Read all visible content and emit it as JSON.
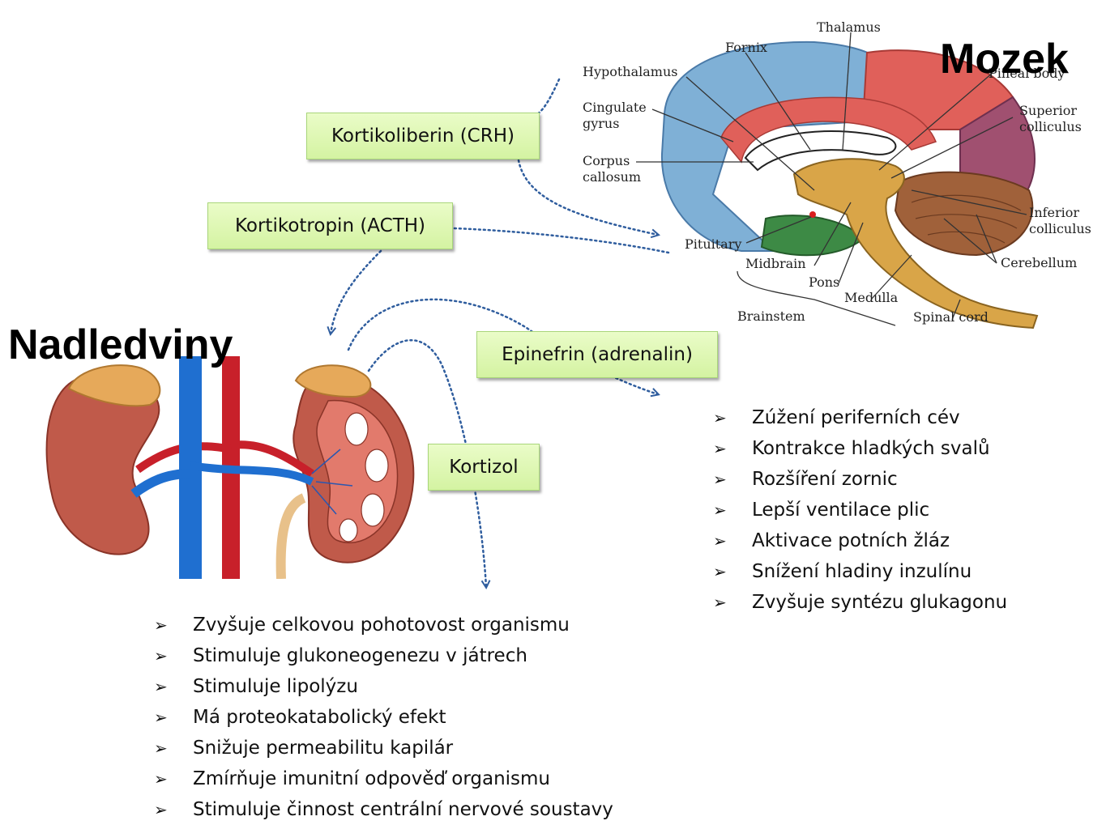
{
  "titles": {
    "brain": "Mozek",
    "adrenal": "Nadledviny"
  },
  "hormones": {
    "crh": "Kortikoliberin (CRH)",
    "acth": "Kortikotropin (ACTH)",
    "epinephrine": "Epinefrin (adrenalin)",
    "cortisol": "Kortizol"
  },
  "brain_labels": {
    "thalamus": "Thalamus",
    "fornix": "Fornix",
    "hypothalamus": "Hypothalamus",
    "cingulate_1": "Cingulate",
    "cingulate_2": "gyrus",
    "corpus_1": "Corpus",
    "corpus_2": "callosum",
    "pituitary": "Pituitary",
    "midbrain": "Midbrain",
    "pons": "Pons",
    "medulla": "Medulla",
    "brainstem": "Brainstem",
    "spinal_cord": "Spinal cord",
    "cerebellum": "Cerebellum",
    "inferior_1": "Inferior",
    "inferior_2": "colliculus",
    "superior_1": "Superior",
    "superior_2": "colliculus",
    "pineal": "Pineal body"
  },
  "epinephrine_effects": [
    "Zúžení periferních cév",
    "Kontrakce hladkých svalů",
    "Rozšíření zornic",
    "Lepší ventilace plic",
    "Aktivace potních žláz",
    "Snížení hladiny inzulínu",
    "Zvyšuje syntézu glukagonu"
  ],
  "cortisol_effects": [
    "Zvyšuje celkovou pohotovost organismu",
    "Stimuluje glukoneogenezu v játrech",
    "Stimuluje lipolýzu",
    "Má proteokatabolický efekt",
    "Snižuje permeabilitu kapilár",
    "Zmírňuje imunitní odpověď organismu",
    "Stimuluje činnost centrální nervové soustavy"
  ],
  "colors": {
    "hormone_box": "#d9f5aa",
    "arrow": "#2f5d9e",
    "cortex_blue": "#7fb0d6",
    "cortex_red": "#e0605a",
    "cortex_purple": "#a05070",
    "brainstem_tan": "#d9a548",
    "cerebellum_brown": "#a0613a",
    "vein_blue": "#1f6fd0",
    "artery_red": "#c8202a",
    "kidney": "#c05a4a",
    "adrenal_gland": "#e6a95a"
  },
  "marker": "➢"
}
